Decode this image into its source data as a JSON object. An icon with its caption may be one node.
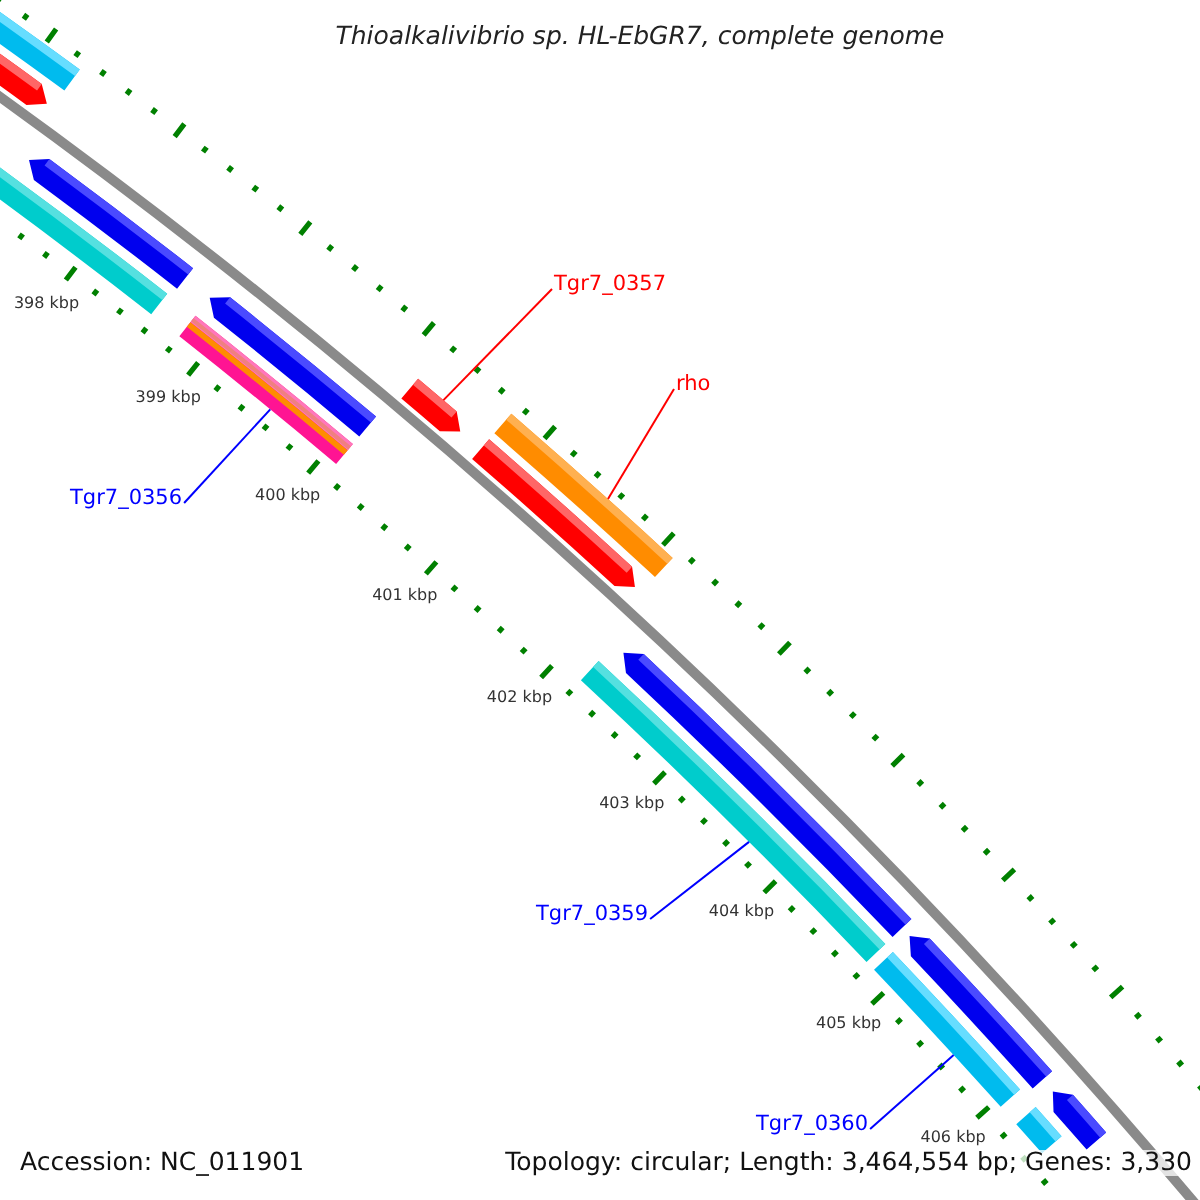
{
  "diagram": {
    "title": "Thioalkalivibrio sp. HL-EbGR7, complete genome",
    "nodes": [
      {
        "text": [
          "Tgr7_0357"
        ]
      },
      {
        "text": [],
        "shape": "bar"
      },
      {
        "text": [
          "rho"
        ]
      },
      {
        "text": [],
        "shape": "bar"
      },
      {
        "text": [
          "Tgr7_0356"
        ]
      },
      {
        "text": [],
        "shape": "bar"
      },
      {
        "text": [
          "Tgr7_0359"
        ]
      },
      {
        "text": [],
        "shape": "bar"
      },
      {
        "text": [
          "Tgr7_0360"
        ]
      },
      {
        "text": [],
        "shape": "bar"
      },
      {
        "text": [],
        "shape": "bar"
      },
      {
        "text": [],
        "shape": "bar"
      },
      {
        "text": [],
        "shape": "bar"
      },
      {
        "text": [],
        "shape": "bar"
      },
      {
        "text": [],
        "shape": "bar"
      },
      {
        "text": [],
        "shape": "bar"
      },
      {
        "text": [],
        "shape": "bar"
      },
      {
        "text": [],
        "shape": "bar"
      },
      {
        "text": [],
        "shape": "bar"
      },
      {
        "text": [],
        "shape": "bar"
      }
    ],
    "edges": [
      {
        "from": 0,
        "to": 1,
        "arrow": "none",
        "color": "#ff0000"
      },
      {
        "from": 2,
        "to": 3,
        "arrow": "none",
        "color": "#ff0000"
      },
      {
        "from": 4,
        "to": 5,
        "arrow": "none"
      },
      {
        "from": 6,
        "to": 7,
        "arrow": "none"
      },
      {
        "from": 8,
        "to": 9,
        "arrow": "none"
      }
    ],
    "labels": [
      "398 kbp",
      "399 kbp",
      "400 kbp",
      "401 kbp",
      "402 kbp",
      "403 kbp",
      "404 kbp",
      "405 kbp",
      "406 kbp",
      "Accession: NC_011901",
      "Topology: circular; Length: 3,464,554 bp; Genes: 3,330"
    ]
  }
}
